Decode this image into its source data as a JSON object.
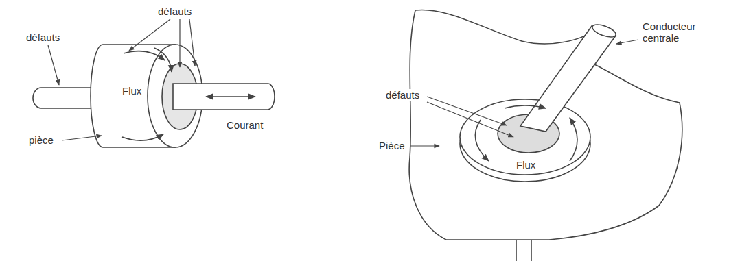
{
  "diagram": {
    "labels": [
      "défauts",
      "défauts",
      "Flux",
      "pièce",
      "Courant",
      "défauts",
      "Pièce",
      "Flux",
      "Conducteur centrale"
    ]
  }
}
